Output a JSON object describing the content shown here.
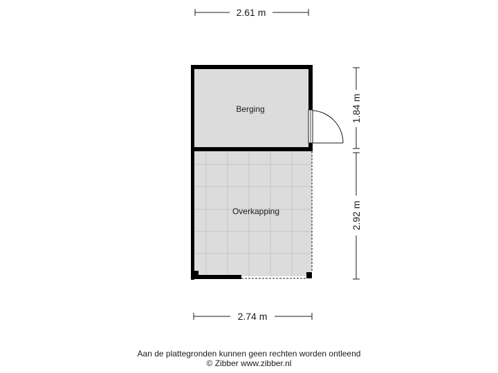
{
  "dimensions": {
    "top_width": "2.61 m",
    "bottom_width": "2.74 m",
    "right_upper": "1.84 m",
    "right_lower": "2.92 m"
  },
  "rooms": {
    "storage": "Berging",
    "canopy": "Overkapping"
  },
  "footer": {
    "disclaimer": "Aan de plattegronden kunnen geen rechten worden ontleend",
    "copyright": "© Zibber www.zibber.nl"
  },
  "colors": {
    "wall": "#000000",
    "storage_floor": "#dcdcdc",
    "canopy_floor": "#dcdcdc",
    "tile_line": "#c4c4c4",
    "dimension_line": "#1a1a1a"
  }
}
